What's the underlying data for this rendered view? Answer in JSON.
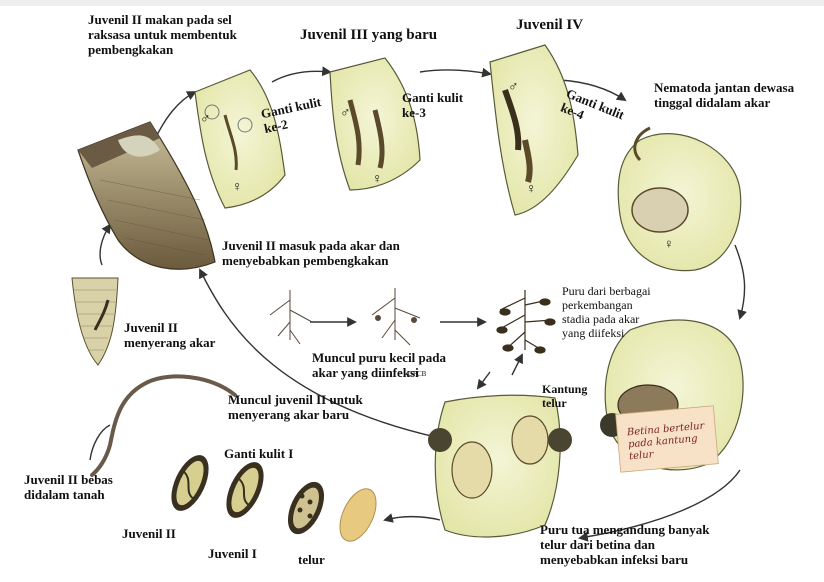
{
  "labels": {
    "j2_feeds": "Juvenil II makan pada sel\nraksasa untuk membentuk\npembengkakan",
    "j3_new": "Juvenil III yang baru",
    "j4": "Juvenil IV",
    "male_adult": "Nematoda jantan dewasa\ntinggal didalam akar",
    "molt2": "Ganti kulit\nke-2",
    "molt3": "Ganti kulit\nke-3",
    "molt4": "Ganti kulit\nke-4",
    "j2_enters": "Juvenil II masuk pada akar dan\nmenyebabkan pembengkakan",
    "gall_stages": "Puru dari berbagai\nperkembangan\nstadia pada akar\nyang diifeksi",
    "j2_attacks": "Juvenil II\nmenyerang akar",
    "small_galls": "Muncul puru kecil pada\nakar yang diinfeksi",
    "egg_sac": "Kantung\ntelur",
    "j2_emerge": "Muncul juvenil II untuk\nmenyerang akar baru",
    "female_note": "Betina bertelur\npada kantung\ntelur",
    "molt1": "Ganti kulit I",
    "j2_free": "Juvenil II bebas\ndidalam tanah",
    "j2": "Juvenil II",
    "j1": "Juvenil I",
    "egg": "telur",
    "old_gall": "Puru tua mengandung banyak\ntelur dari betina dan\nmenyebabkan infeksi baru",
    "source_mark": "GPCB"
  },
  "symbols": {
    "male": "♂",
    "female": "♀"
  },
  "colors": {
    "cell": "#eef0c2",
    "cell_stroke": "#5a5a3a",
    "arrow": "#333333",
    "note_bg": "#f7e2c8"
  }
}
